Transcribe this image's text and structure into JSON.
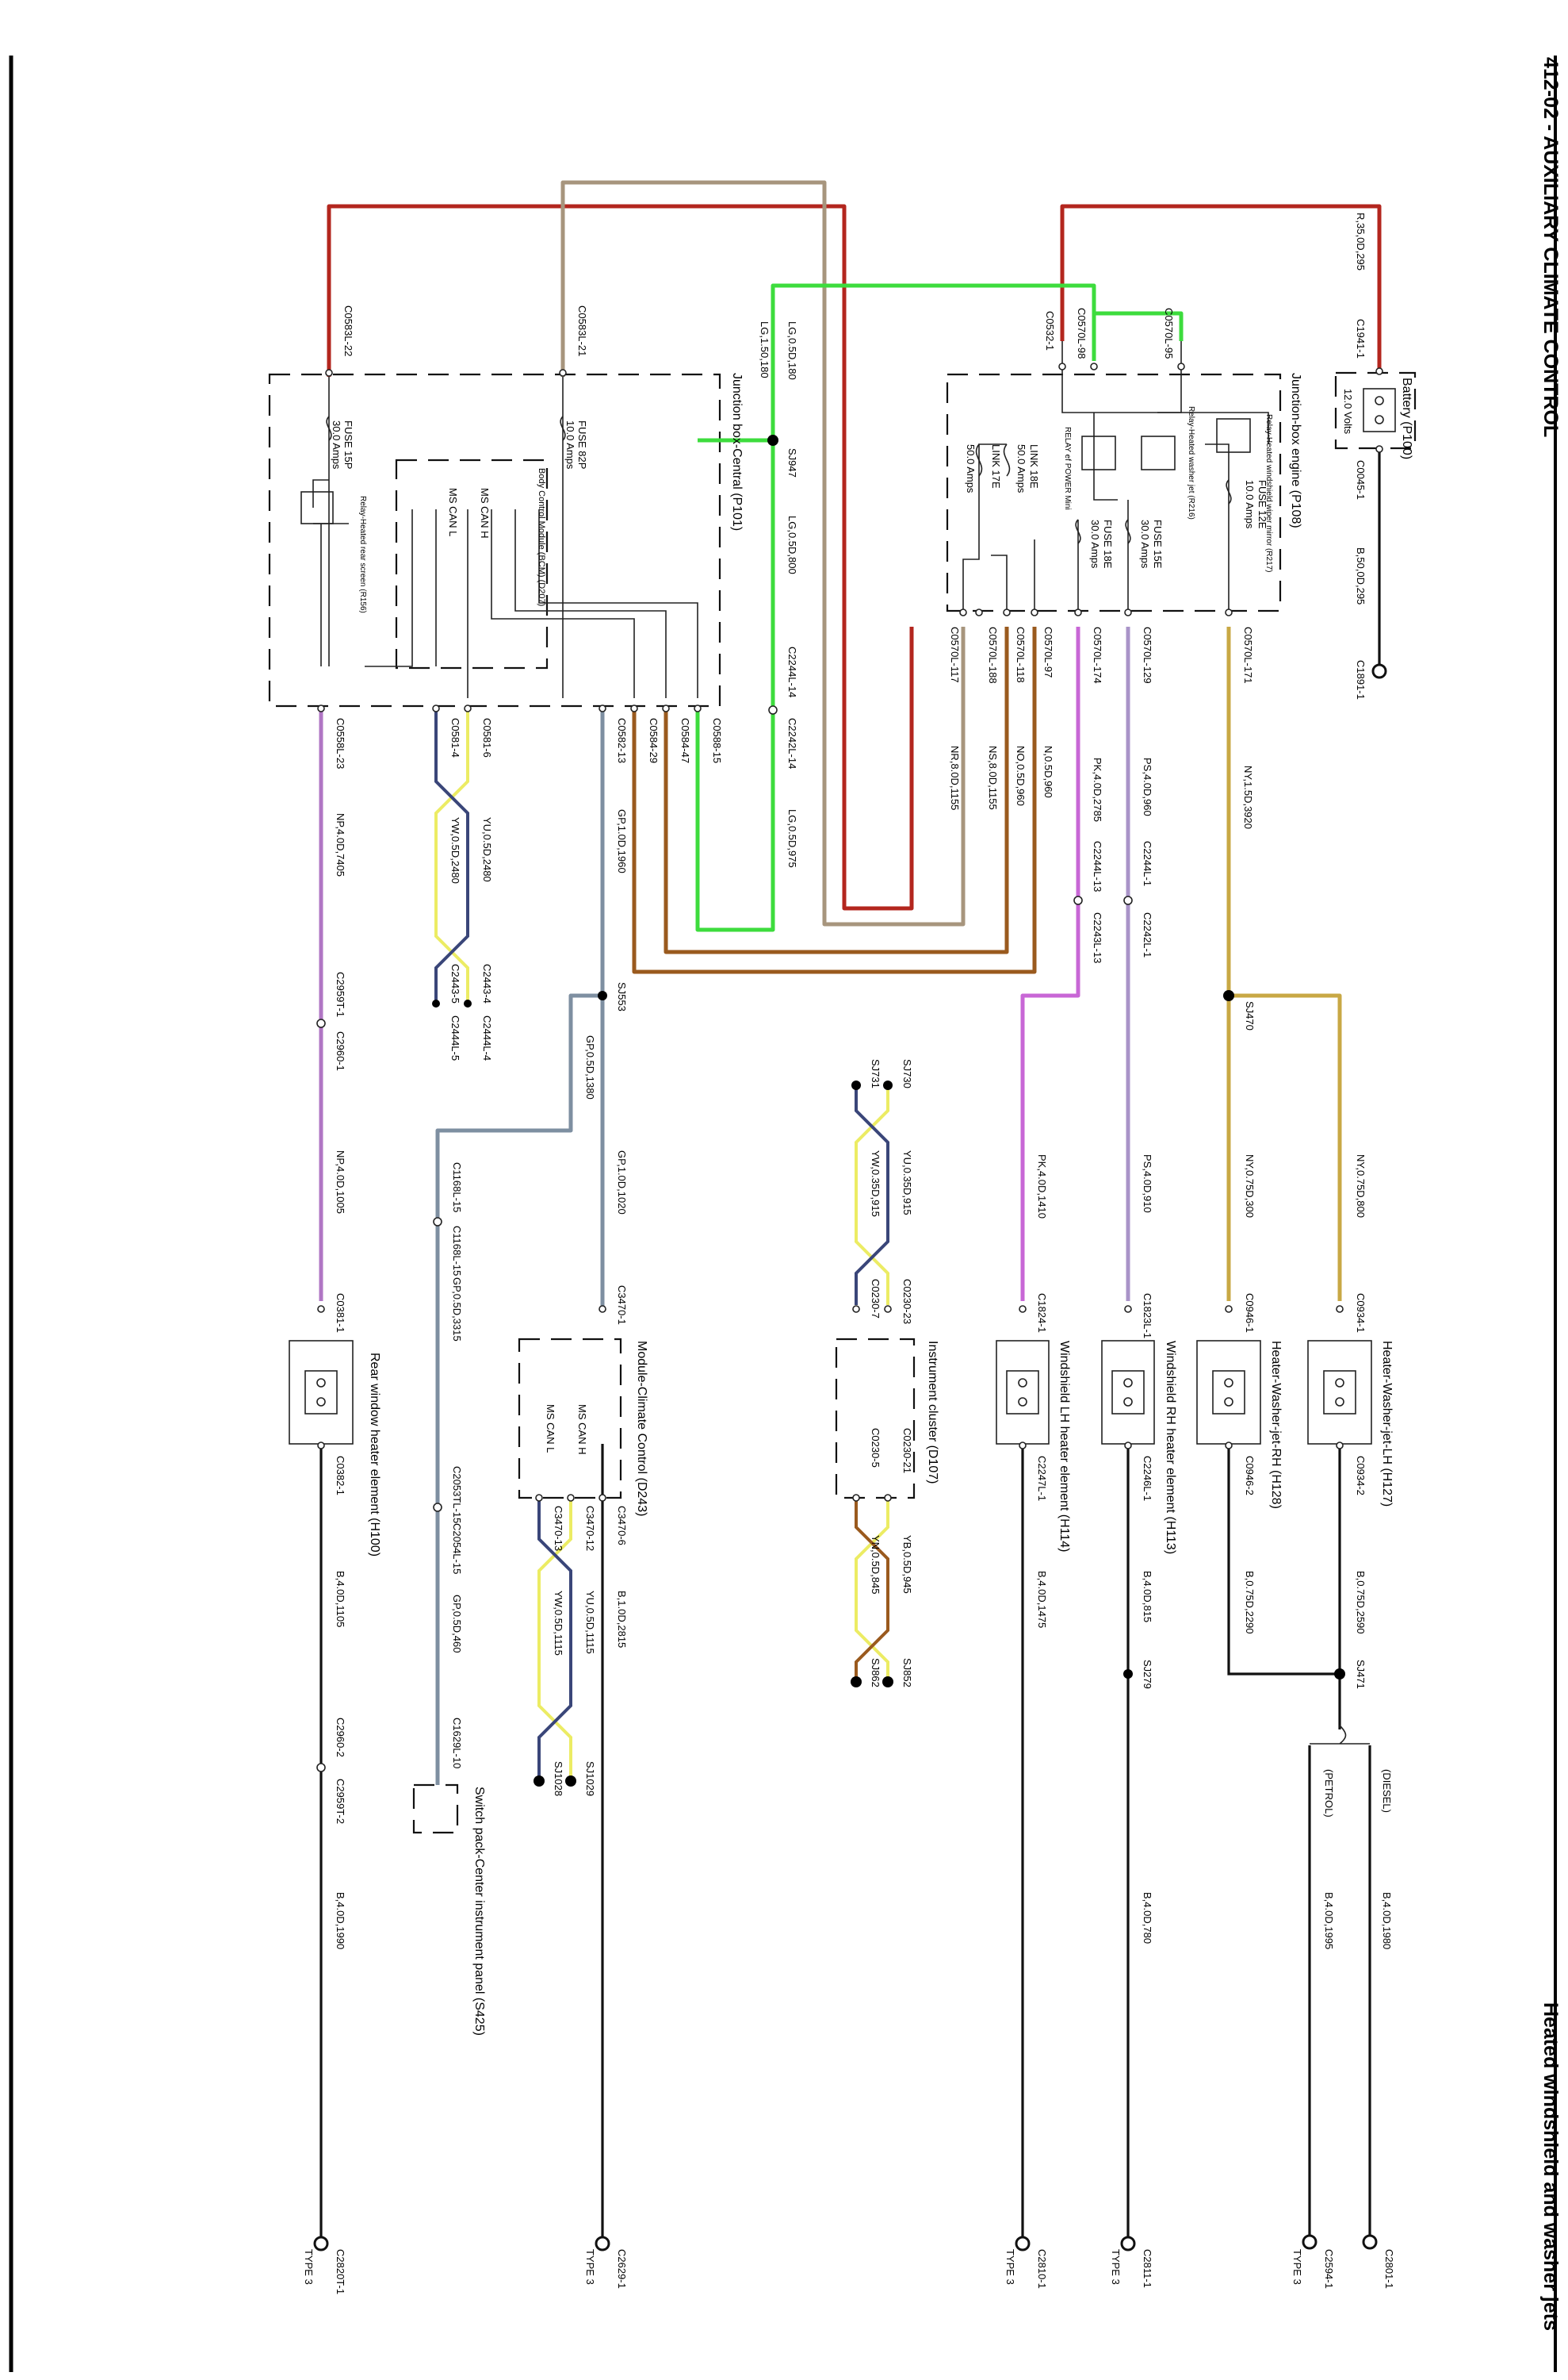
{
  "header": {
    "section_title": "412-02 - AUXILIARY CLIMATE CONTROL",
    "subtitle": "Heated windshield and washer jets"
  },
  "colors": {
    "red": "#b3261e",
    "tan": "#a7957d",
    "green": "#3ddc3d",
    "brown": "#9a5a1e",
    "violet": "#b076c4",
    "pink": "#c867d6",
    "lilac": "#a994c8",
    "gold": "#c8a845",
    "slate": "#7e8fa1",
    "navy": "#3a4679",
    "yellow": "#ecec64",
    "black": "#111111"
  },
  "components": {
    "battery": {
      "name": "Battery (P100)",
      "volts": "12.0 Volts"
    },
    "jb_engine": {
      "name": "Junction-box engine (P108)",
      "relay_mirror": "Relay-Heated windshield wiper mirror (R217)",
      "relay_jet": "Relay-Heated washer jet (R216)",
      "relay_power": "RELAY ef POWER Mini",
      "fuse12e": "FUSE 12E",
      "fuse12e_amps": "10.0 Amps",
      "fuse15e": "FUSE 15E",
      "fuse15e_amps": "30.0 Amps",
      "fuse18e": "FUSE 18E",
      "fuse18e_amps": "30.0 Amps",
      "link18e": "LINK 18E",
      "link18e_amps": "50.0 Amps",
      "link17e": "LINK 17E",
      "link17e_amps": "50.0 Amps"
    },
    "jb_central": {
      "name": "Junction box-Central (P101)",
      "fuse15p": "FUSE 15P",
      "fuse15p_amps": "30.0 Amps",
      "fuse82p": "FUSE 82P",
      "fuse82p_amps": "10.0 Amps",
      "relay_rear": "Relay-Heated rear screen (R156)",
      "bcm": "Body Control Module (BCM) (D207)",
      "ms_can_h": "MS CAN H",
      "ms_can_l": "MS CAN L"
    },
    "heater_lh": "Heater-Washer-jet-LH (H127)",
    "heater_rh": "Heater-Washer-jet-RH (H128)",
    "ws_rh": "Windshield RH heater element (H113)",
    "ws_lh": "Windshield LH heater element (H114)",
    "rear": "Rear window heater element (H100)",
    "cluster": "Instrument cluster (D107)",
    "climate": "Module-Climate Control (D243)",
    "climate_can_h": "MS CAN H",
    "climate_can_l": "MS CAN L",
    "switchpack": "Switch pack-Center instrument panel (S425)",
    "diesel": "(DIESEL)",
    "petrol": "(PETROL)"
  },
  "connectors": {
    "c1941": "C1941-1",
    "c0045": "C0045-1",
    "c1891": "C1891-1",
    "c0570_95": "C0570L-95",
    "c0570_98": "C0570L-98",
    "c0532": "C0532-1",
    "c0570_171": "C0570L-171",
    "c0570_129": "C0570L-129",
    "c0570_174": "C0570L-174",
    "c0570_97": "C0570L-97",
    "c0570_118": "C0570L-118",
    "c0570_188": "C0570L-188",
    "c0570_117": "C0570L-117",
    "c0583_22": "C0583L-22",
    "c0583_21": "C0583L-21",
    "c0588_15": "C0588-15",
    "c0584_47": "C0584-47",
    "c0584_29": "C0584-29",
    "c0582_13": "C0582-13",
    "c0558_23": "C0558L-23",
    "c0581_6": "C0581-6",
    "c0581_4": "C0581-4",
    "c2244_14": "C2244L-14",
    "c2242_14": "C2242L-14",
    "c2244_1": "C2244L-1",
    "c2242_1": "C2242L-1",
    "c2244_13": "C2244L-13",
    "c2243_13": "C2243L-13",
    "c2443_4": "C2443-4",
    "c2444_4": "C2444L-4",
    "c2443_5": "C2443-5",
    "c2444_5": "C2444L-5",
    "c2959_1": "C2959T-1",
    "c2960_1": "C2960-1",
    "c0934_1": "C0934-1",
    "c0934_2": "C0934-2",
    "c0946_1": "C0946-1",
    "c0946_2": "C0946-2",
    "c1823": "C1823L-1",
    "c2246": "C2246L-1",
    "c1824": "C1824-1",
    "c2247": "C2247L-1",
    "c0230_23": "C0230-23",
    "c0230_7": "C0230-7",
    "c0230_21": "C0230-21",
    "c0230_5": "C0230-5",
    "c3470_1": "C3470-1",
    "c3470_6": "C3470-6",
    "c3470_12": "C3470-12",
    "c3470_13": "C3470-13",
    "c0381": "C0381-1",
    "c0382": "C0382-1",
    "c1168_15a": "C1168L-15",
    "c1168_15b": "C1168L-15",
    "c2053_15": "C2053TL-15",
    "c2054_15": "C2054L-15",
    "c1629_10": "C1629L-10",
    "c2960_2": "C2960-2",
    "c2959_2": "C2959T-2",
    "g2801": "C2801-1",
    "g2594": "C2594-1",
    "g2811": "C2811-1",
    "g2810": "C2810-1",
    "g2629": "C2629-1",
    "g2820": "C2820T-1",
    "type3": "TYPE 3"
  },
  "splices": {
    "sj947": "SJ947",
    "sj470": "SJ470",
    "sj553": "SJ553",
    "sj730": "SJ730",
    "sj731": "SJ731",
    "sj471": "SJ471",
    "sj279": "SJ279",
    "sj852": "SJ852",
    "sj862": "SJ862",
    "sj1029": "SJ1029",
    "sj1028": "SJ1028"
  },
  "wires": {
    "w_r35": "R,35,0D,295",
    "w_b50": "B,50,0D,295",
    "w_lg15": "LG,1.50,180",
    "w_lg05_180": "LG,0.5D,180",
    "w_lg05_800": "LG,0.5D,800",
    "w_lg05_975": "LG,0.5D,975",
    "w_ny15": "NY,1.5D,3920",
    "w_ps4_960": "PS,4.0D,960",
    "w_pk4_2785": "PK,4.0D,2785",
    "w_n05": "N,0.5D,960",
    "w_no05": "NO,0.5D,960",
    "w_ns8": "NS,8.0D,1155",
    "w_nr8": "NR,8.0D,1155",
    "w_np4_7405": "NP,4.0D,7405",
    "w_yu_2480": "YU,0.5D,2480",
    "w_yw_2480": "YW,0.5D,2480",
    "w_gp1_1960": "GP,1.0D,1960",
    "w_gp05_1380": "GP,0.5D,1380",
    "w_gp1_1020": "GP,1.0D,1020",
    "w_gp05_3315": "GP,0.5D,3315",
    "w_gp05_460": "GP,0.5D,460",
    "w_np4_1005": "NP,4.0D,1005",
    "w_pk4_1410": "PK,4.0D,1410",
    "w_ps4_910": "PS,4.0D,910",
    "w_ny075_300": "NY,0.75D,300",
    "w_ny075_800": "NY,0.75D,800",
    "w_yu35_915": "YU,0.35D,915",
    "w_yw35_915": "YW,0.35D,915",
    "w_yb_945": "YB,0.5D,945",
    "w_yn_845": "YN,0.5D,845",
    "w_b1_2815": "B,1.0D,2815",
    "w_yu_1115": "YU,0.5D,1115",
    "w_yw_1115": "YW,0.5D,1115",
    "w_b4_1105": "B,4.0D,1105",
    "w_b4_1475": "B,4.0D,1475",
    "w_b4_815": "B,4.0D,815",
    "w_b075_2290": "B,0.75D,2290",
    "w_b075_2590": "B,0.75D,2590",
    "w_b4_1990": "B,4.0D,1990",
    "w_b4_780": "B,4.0D,780",
    "w_b4_1995": "B,4.0D,1995",
    "w_b4_1980": "B,4.0D,1980"
  }
}
